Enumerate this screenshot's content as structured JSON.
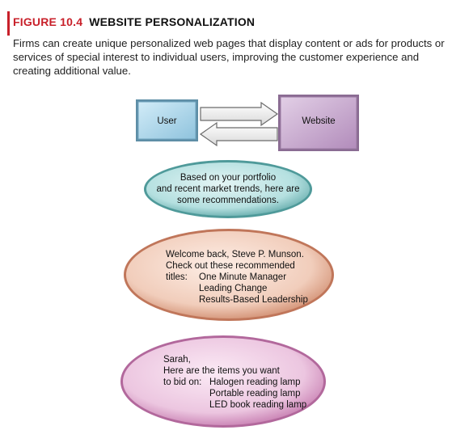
{
  "figure": {
    "label": "FIGURE 10.4",
    "title": "WEBSITE PERSONALIZATION",
    "caption": "Firms can create unique personalized web pages that display content or ads for products or services of special interest to individual users, improving the customer experience and creating additional value."
  },
  "diagram": {
    "user_box": "User",
    "website_box": "Website",
    "ellipse1": {
      "lines": [
        "Based on your portfolio",
        "and recent market trends, here are",
        "some recommendations."
      ]
    },
    "ellipse2": {
      "intro": [
        "Welcome back, Steve P. Munson.",
        "Check out these recommended"
      ],
      "list_label": "titles:",
      "items": [
        "One Minute Manager",
        "Leading Change",
        "Results-Based Leadership"
      ]
    },
    "ellipse3": {
      "intro": [
        "Sarah,",
        "Here are the items you want"
      ],
      "list_label": "to bid on:",
      "items": [
        "Halogen reading lamp",
        "Portable reading lamp",
        "LED book reading lamp"
      ]
    }
  },
  "colors": {
    "accent": "#c8202a",
    "user_box": "#a9d4e8",
    "website_box": "#c8a6cf",
    "ellipse1": "#7ec4c4",
    "ellipse2": "#e9b59f",
    "ellipse3": "#e0a6cf"
  }
}
